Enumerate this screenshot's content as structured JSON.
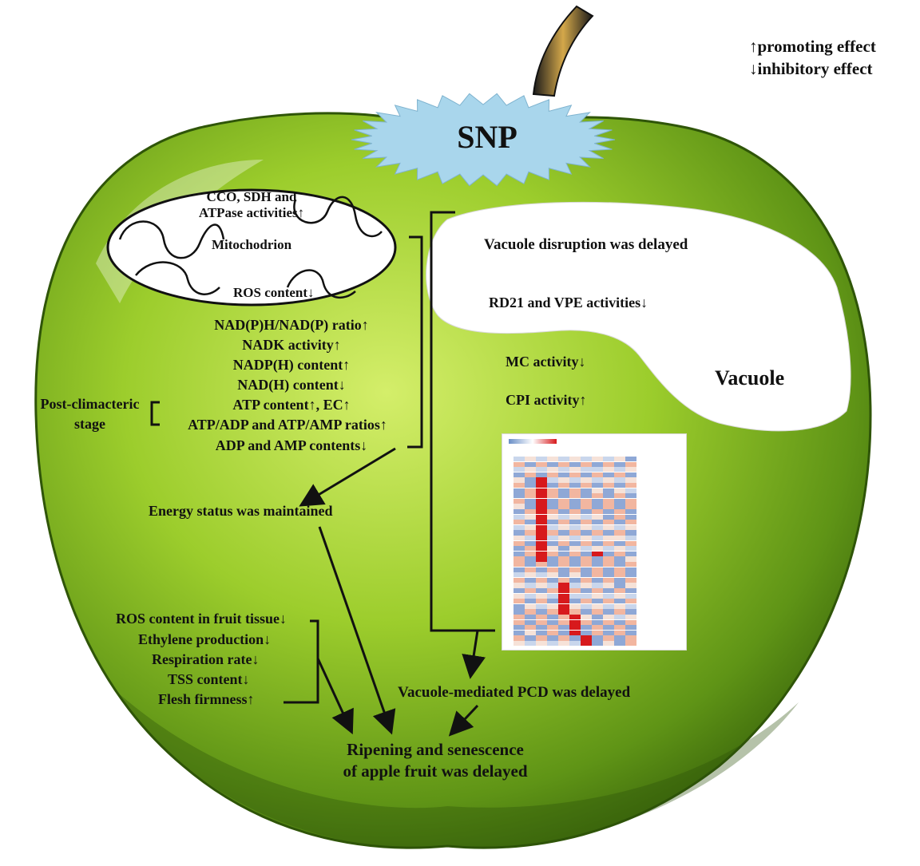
{
  "legend": {
    "promoting": "↑promoting effect",
    "inhibitory": "↓inhibitory effect"
  },
  "snp": "SNP",
  "mitochondrion": {
    "activities_line1": "CCO, SDH and",
    "activities_line2": "ATPase activities↑",
    "label": "Mitochodrion",
    "ros": "ROS content↓"
  },
  "energy_items": [
    "NAD(P)H/NAD(P) ratio↑",
    "NADK activity↑",
    "NADP(H) content↑",
    "NAD(H) content↓",
    "ATP content↑, EC↑",
    "ATP/ADP and ATP/AMP ratios↑",
    "ADP and AMP contents↓"
  ],
  "post_climacteric": {
    "line1": "Post-climacteric",
    "line2": "stage"
  },
  "energy_status": "Energy status was maintained",
  "vacuole": {
    "disruption": "Vacuole disruption was delayed",
    "rd21": "RD21 and VPE activities↓",
    "mc": "MC activity↓",
    "cpi": "CPI activity↑",
    "label": "Vacuole"
  },
  "fruit_items": [
    "ROS content in fruit tissue↓",
    "Ethylene production↓",
    "Respiration rate↓",
    "TSS content↓",
    "Flesh firmness↑"
  ],
  "pcd": "Vacuole-mediated PCD was delayed",
  "outcome": {
    "line1": "Ripening and senescence",
    "line2": "of apple fruit was delayed"
  },
  "colors": {
    "apple_light": "#b6e03a",
    "apple_dark": "#3f6d0b",
    "snp_fill": "#a9d6ec",
    "heat_high": "#d7191c",
    "heat_low": "#6a8fc7"
  }
}
